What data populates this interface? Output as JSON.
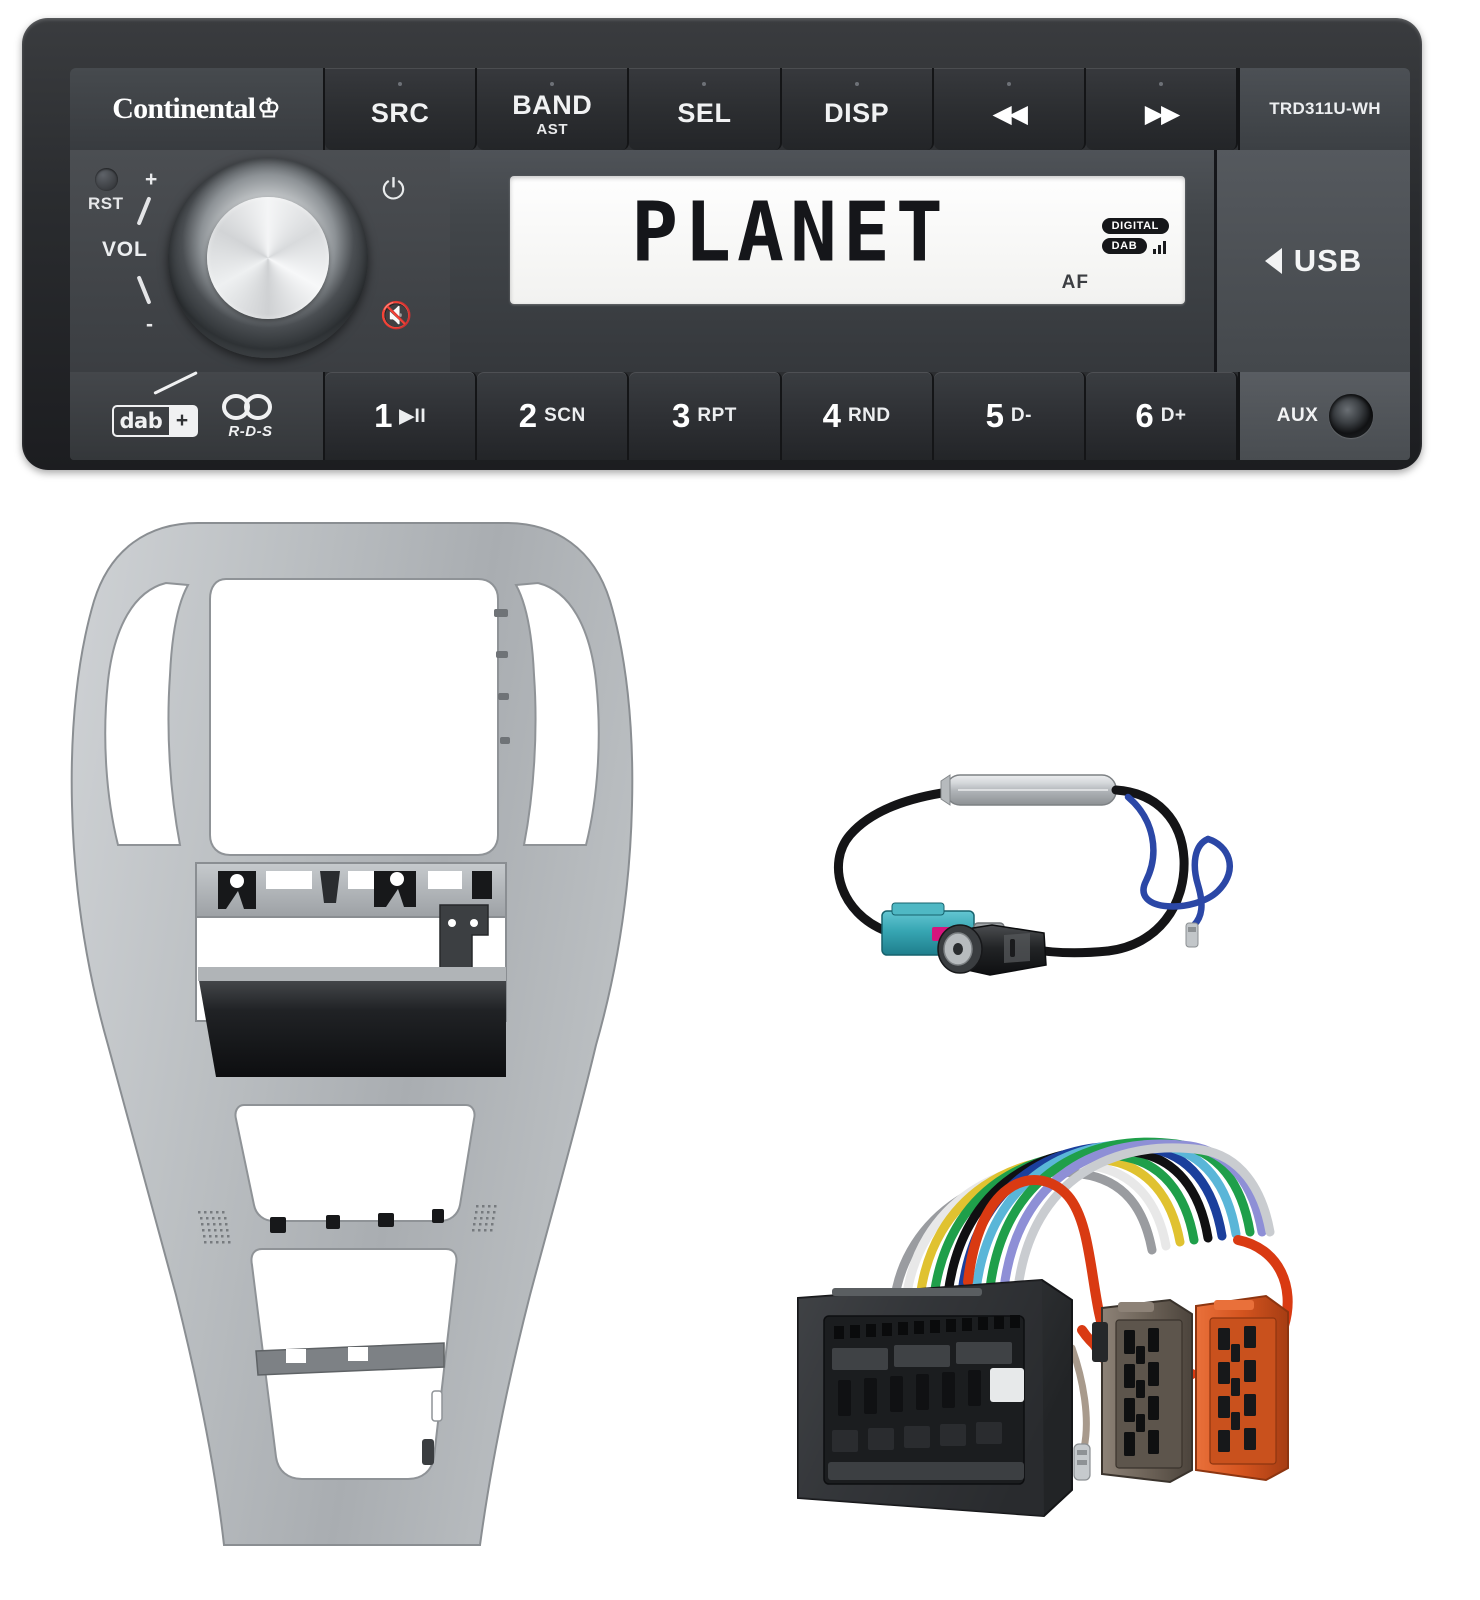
{
  "product": {
    "brand": "Continental",
    "model": "TRD311U-WH"
  },
  "radio": {
    "top_buttons": [
      {
        "label": "SRC",
        "sub": ""
      },
      {
        "label": "BAND",
        "sub": "AST"
      },
      {
        "label": "SEL",
        "sub": ""
      },
      {
        "label": "DISP",
        "sub": ""
      },
      {
        "label": "◀◀",
        "sub": ""
      },
      {
        "label": "▶▶",
        "sub": ""
      }
    ],
    "controls": {
      "reset_label": "RST",
      "volume_label": "VOL",
      "plus_label": "+",
      "minus_label": "-",
      "power_icon": "power-icon",
      "mute_icon": "mute-icon",
      "knob_name": "volume-knob"
    },
    "display": {
      "text": "PLANET",
      "badge_digital": "DIGITAL",
      "badge_dab": "DAB",
      "indicator_af": "AF",
      "signal_bars": 3
    },
    "usb": {
      "label": "USB",
      "icon": "triangle-left-icon"
    },
    "feature_logos": {
      "dab_text": "dab",
      "dab_plus": "+",
      "rds_text": "R-D-S"
    },
    "preset_buttons": [
      {
        "num": "1",
        "fn": "▶II"
      },
      {
        "num": "2",
        "fn": "SCN"
      },
      {
        "num": "3",
        "fn": "RPT"
      },
      {
        "num": "4",
        "fn": "RND"
      },
      {
        "num": "5",
        "fn": "D-"
      },
      {
        "num": "6",
        "fn": "D+"
      }
    ],
    "aux": {
      "label": "AUX",
      "jack_name": "aux-jack"
    }
  },
  "accessories": {
    "fascia": {
      "name": "dash-fascia-panel",
      "color": "#b9bcbf",
      "color_shadow": "#8e9295",
      "color_dark": "#2b2d30"
    },
    "antenna_adapter": {
      "name": "fakra-antenna-adapter",
      "connector_color": "#3aa8b4",
      "key_color": "#d6157d",
      "barrel_color": "#c3c6c9",
      "cable_color": "#1a1a1c",
      "remote_wire_color": "#2f49a8"
    },
    "wiring_harness": {
      "name": "iso-wiring-harness",
      "quadlock_color": "#3a3c3f",
      "iso_speaker_color": "#6e6358",
      "iso_power_color": "#d4541f",
      "wire_colors": [
        "#d93a12",
        "#1f9f4a",
        "#e8e8e8",
        "#101012",
        "#1b3f9c",
        "#e0c230",
        "#8e8fd6",
        "#9a9ca0",
        "#5ab6d8"
      ]
    }
  },
  "colors": {
    "background": "#ffffff",
    "bezel": "#2a2c2f",
    "face": "#42464a",
    "lcd_bg": "#f7f7f5",
    "lcd_fg": "#15161a"
  }
}
